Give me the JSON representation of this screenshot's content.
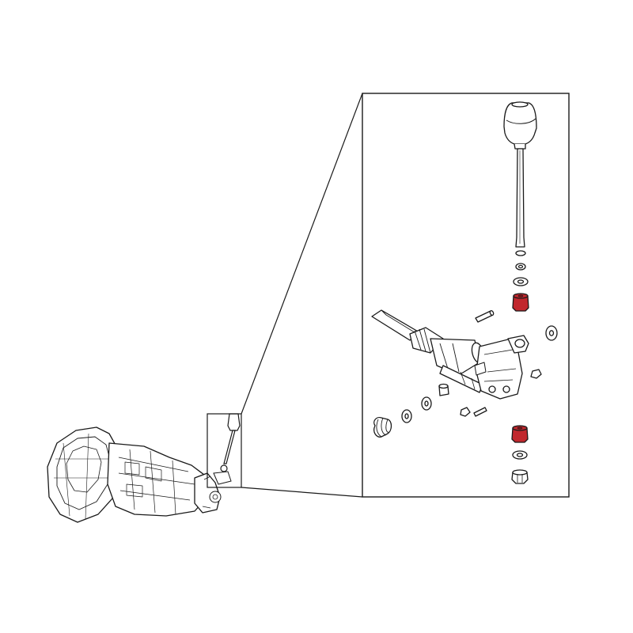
{
  "diagram": {
    "background": "#ffffff",
    "line_color": "#1a1a1a",
    "highlight_color": "#c1272d",
    "subject": "manual-transmission-shift-linkage",
    "overview_part": "transmission-assembly",
    "detail_parts": [
      "shift-knob",
      "shift-lever-rod",
      "lever-clip",
      "lever-washer",
      "upper-bushing",
      "shift-pin",
      "side-washer",
      "shift-rail-housing",
      "pivot-bracket",
      "coil-spring",
      "flat-washer",
      "spacer",
      "roll-pin",
      "lower-bushing",
      "lock-washer",
      "retaining-nut"
    ],
    "highlighted_parts": [
      "upper-bushing",
      "lower-bushing"
    ]
  }
}
